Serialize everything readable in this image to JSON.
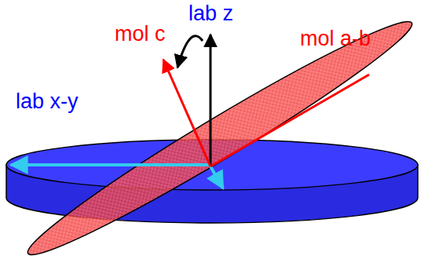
{
  "diagram": {
    "labels": [
      "mol c",
      "lab z",
      "mol a-b",
      "lab x-y"
    ]
  }
}
